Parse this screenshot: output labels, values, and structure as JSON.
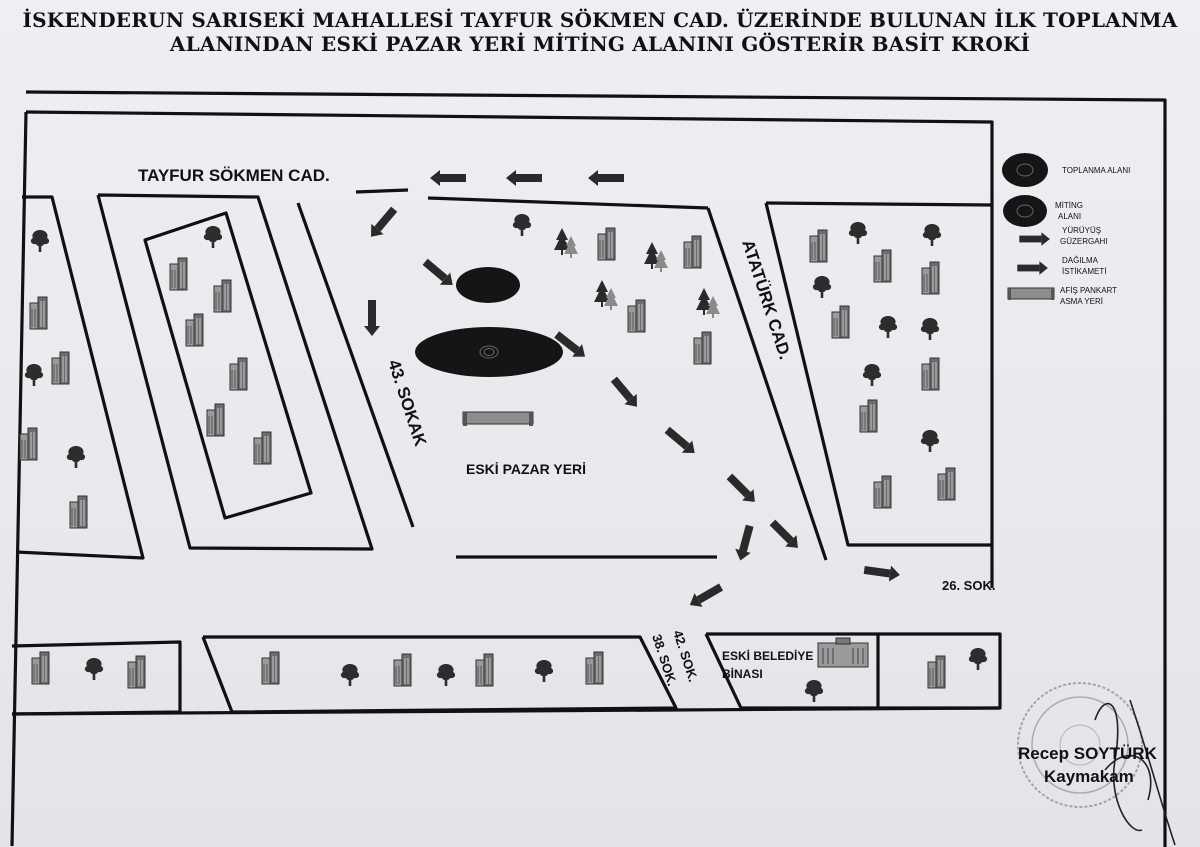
{
  "title": {
    "line1": "İSKENDERUN SARISEKİ MAHALLESİ TAYFUR SÖKMEN CAD. ÜZERİNDE BULUNAN İLK TOPLANMA",
    "line2": "ALANINDAN ESKİ PAZAR YERİ MİTİNG ALANINI GÖSTERİR BASİT KROKİ"
  },
  "streets": {
    "tayfur": "TAYFUR SÖKMEN CAD.",
    "ataturk": "ATATÜRK CAD.",
    "sokak43": "43. SOKAK",
    "sok26": "26. SOK.",
    "sok42": "42. SOK.",
    "sok38": "38. SOK."
  },
  "places": {
    "pazar": "ESKİ PAZAR YERİ",
    "belediye1": "ESKİ BELEDİYE",
    "belediye2": "BİNASI"
  },
  "legend": {
    "toplanma": "TOPLANMA ALANI",
    "miting1": "MİTİNG",
    "miting2": "ALANI",
    "yuruyus1": "YÜRÜYÜŞ",
    "yuruyus2": "GÜZERGAHI",
    "dagilma1": "DAĞILMA",
    "dagilma2": "İSTİKAMETİ",
    "afis1": "AFİŞ PANKART",
    "afis2": "ASMA YERİ"
  },
  "signature": {
    "name": "Recep SOYTÜRK",
    "role": "Kaymakam"
  },
  "colors": {
    "ink": "#111111",
    "arrow": "#2a2a2a",
    "building": "#777777",
    "tree": "#2d2d2d",
    "banner": "#8a8a8a"
  }
}
